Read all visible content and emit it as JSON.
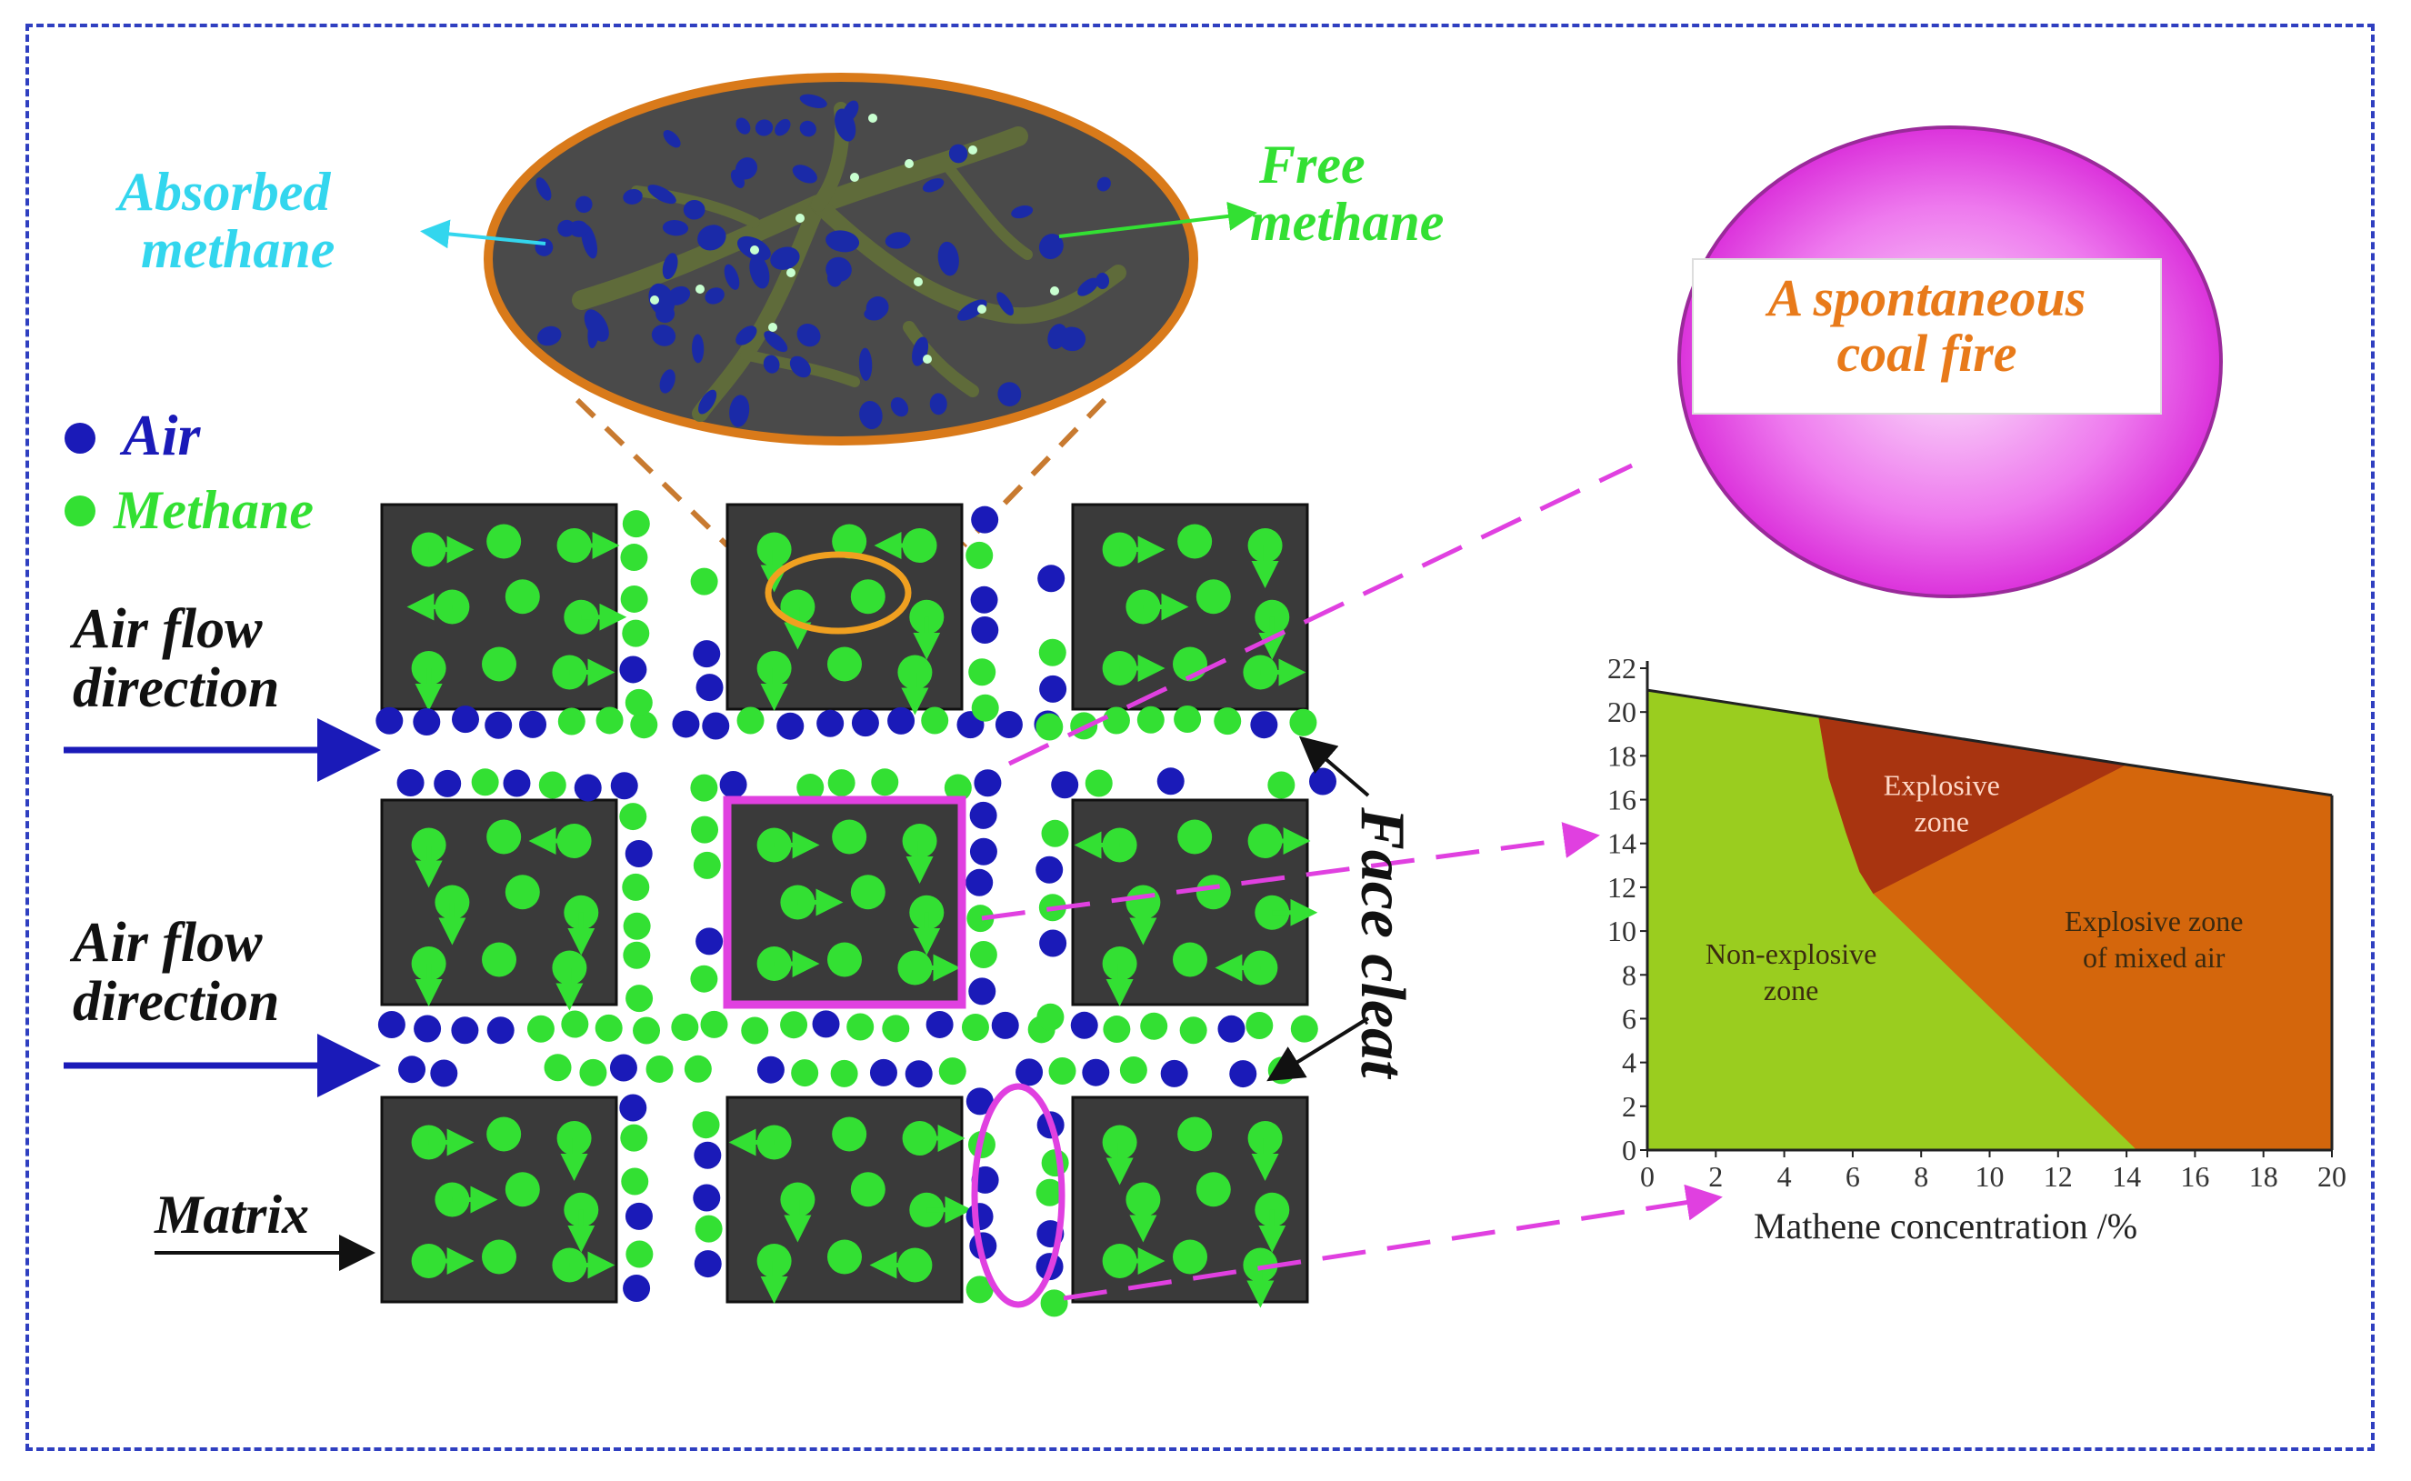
{
  "labels": {
    "absorbed_line1": "Absorbed",
    "absorbed_line2": "methane",
    "free_line1": "Free",
    "free_line2": "methane",
    "legend_air": "Air",
    "legend_methane": "Methane",
    "airflow1_line1": "Air flow",
    "airflow1_line2": "direction",
    "airflow2_line1": "Air flow",
    "airflow2_line2": "direction",
    "matrix": "Matrix",
    "face_cleat": "Face cleat",
    "fire_line1": "A spontaneous",
    "fire_line2": "coal fire"
  },
  "colors": {
    "air": "#1a1ab8",
    "methane": "#33e033",
    "matrix_block": "#3a3a3a",
    "accent_magenta": "#e040e0",
    "absorbed_text": "#33d6ee",
    "free_text": "#33e033",
    "fire_text": "#e87a1a",
    "non_explosive": "#9acd1f",
    "explosive": "#a83410",
    "mixed_air": "#d4660c",
    "frame": "#2f3fc0"
  },
  "icons": {
    "arrow": "right-arrow-icon"
  },
  "chart_data": {
    "type": "area",
    "xlabel": "Mathene concentration /%",
    "ylabel": "",
    "xlim": [
      0,
      20
    ],
    "ylim": [
      0,
      22
    ],
    "x_ticks": [
      "0",
      "2",
      "4",
      "6",
      "8",
      "10",
      "12",
      "14",
      "16",
      "18",
      "20"
    ],
    "y_ticks": [
      "0",
      "2",
      "4",
      "6",
      "8",
      "10",
      "12",
      "14",
      "16",
      "18",
      "20",
      "22"
    ],
    "grid": false,
    "regions": [
      {
        "name": "Non-explosive zone",
        "label_lines": [
          "Non-explosive",
          "zone"
        ]
      },
      {
        "name": "Explosive zone",
        "label_lines": [
          "Explosive",
          "zone"
        ]
      },
      {
        "name": "Explosive zone of mixed air",
        "label_lines": [
          "Explosive zone",
          "of mixed air"
        ]
      }
    ],
    "boundaries": {
      "top": [
        [
          0,
          21
        ],
        [
          5,
          19.8
        ],
        [
          14,
          17.6
        ],
        [
          20,
          16.2
        ]
      ],
      "explosive_left": [
        [
          5,
          19.8
        ],
        [
          5.3,
          17
        ],
        [
          5.8,
          14.5
        ],
        [
          6.2,
          12.7
        ],
        [
          6.6,
          11.7
        ]
      ],
      "explosive_right": [
        [
          6.6,
          11.7
        ],
        [
          14,
          17.6
        ]
      ],
      "non_explosive_right": [
        [
          6.6,
          11.7
        ],
        [
          14.3,
          0
        ]
      ]
    }
  }
}
